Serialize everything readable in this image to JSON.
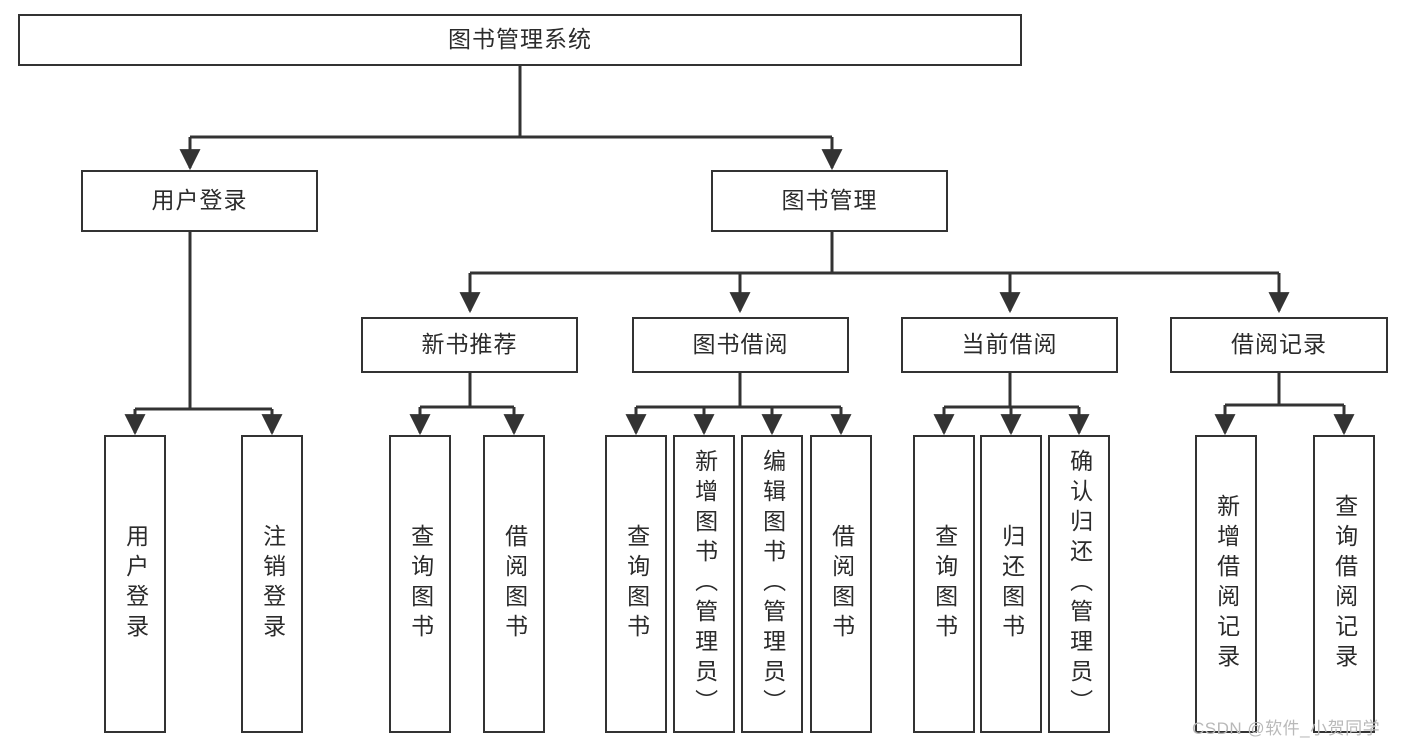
{
  "diagram": {
    "type": "tree-hierarchy",
    "title": "图书管理系统",
    "orientation": "top-down",
    "colors": {
      "box_border": "#333333",
      "box_fill": "#ffffff",
      "edge": "#333333",
      "text": "#2b2b2b",
      "watermark": "#b9b9b9",
      "background": "#ffffff"
    },
    "root": {
      "id": "root",
      "label": "图书管理系统"
    },
    "level1": [
      {
        "id": "user-login",
        "label": "用户登录"
      },
      {
        "id": "book-management",
        "label": "图书管理"
      }
    ],
    "level2": [
      {
        "id": "new-book-recommend",
        "label": "新书推荐",
        "parent": "book-management"
      },
      {
        "id": "book-borrow",
        "label": "图书借阅",
        "parent": "book-management"
      },
      {
        "id": "current-borrow",
        "label": "当前借阅",
        "parent": "book-management"
      },
      {
        "id": "borrow-record",
        "label": "借阅记录",
        "parent": "book-management"
      }
    ],
    "leaves": [
      {
        "id": "leaf-user-login",
        "label": "用户登录",
        "parent": "user-login"
      },
      {
        "id": "leaf-logout",
        "label": "注销登录",
        "parent": "user-login"
      },
      {
        "id": "leaf-query-book-1",
        "label": "查询图书",
        "parent": "new-book-recommend"
      },
      {
        "id": "leaf-borrow-book-1",
        "label": "借阅图书",
        "parent": "new-book-recommend"
      },
      {
        "id": "leaf-query-book-2",
        "label": "查询图书",
        "parent": "book-borrow"
      },
      {
        "id": "leaf-add-book",
        "label": "新增图书（管理员）",
        "parent": "book-borrow"
      },
      {
        "id": "leaf-edit-book",
        "label": "编辑图书（管理员）",
        "parent": "book-borrow"
      },
      {
        "id": "leaf-borrow-book-2",
        "label": "借阅图书",
        "parent": "book-borrow"
      },
      {
        "id": "leaf-query-book-3",
        "label": "查询图书",
        "parent": "current-borrow"
      },
      {
        "id": "leaf-return-book",
        "label": "归还图书",
        "parent": "current-borrow"
      },
      {
        "id": "leaf-confirm-return",
        "label": "确认归还（管理员）",
        "parent": "current-borrow"
      },
      {
        "id": "leaf-add-record",
        "label": "新增借阅记录",
        "parent": "borrow-record"
      },
      {
        "id": "leaf-query-record",
        "label": "查询借阅记录",
        "parent": "borrow-record"
      }
    ],
    "watermark": "CSDN @软件_小贺同学"
  }
}
